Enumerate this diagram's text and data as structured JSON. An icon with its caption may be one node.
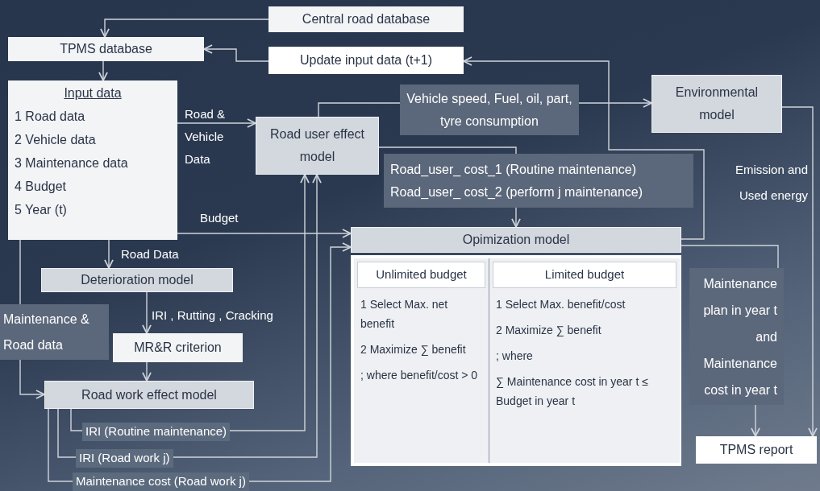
{
  "diagram": {
    "nodes": [
      {
        "text": [
          "Central road database"
        ]
      },
      {
        "text": [
          "TPMS database"
        ]
      },
      {
        "text": [
          "Update input data (t+1)"
        ]
      },
      {
        "text": [
          "Input data",
          "1 Road data",
          "2 Vehicle data",
          "3 Maintenance data",
          "4 Budget",
          "5 Year (t)"
        ]
      },
      {
        "text": [
          "Road user effect model"
        ]
      },
      {
        "text": [
          "Vehicle speed, Fuel, oil, part, tyre consumption"
        ]
      },
      {
        "text": [
          "Environmental model"
        ]
      },
      {
        "text": [
          "Road_user_ cost_1  (Routine maintenance)",
          "Road_user_ cost_2  (perform j maintenance)"
        ]
      },
      {
        "text": [
          "Opimization model"
        ]
      },
      {
        "text": [
          "Unlimited budget",
          "1 Select Max. net benefit",
          "2 Maximize ∑ benefit",
          "; where benefit/cost > 0"
        ]
      },
      {
        "text": [
          "Limited budget",
          "1 Select Max. benefit/cost",
          "2 Maximize ∑ benefit",
          "; where",
          "∑ Maintenance cost in year t ≤ Budget in year t"
        ]
      },
      {
        "text": [
          "Maintenance plan in year t and Maintenance cost in year t"
        ]
      },
      {
        "text": [
          "TPMS report"
        ]
      },
      {
        "text": [
          "Deterioration model"
        ]
      },
      {
        "text": [
          "Maintenance & Road data"
        ]
      },
      {
        "text": [
          "MR&R criterion"
        ]
      },
      {
        "text": [
          "Road work effect model"
        ]
      }
    ],
    "edges": [
      {
        "from": 0,
        "to": 1,
        "arrow": "to"
      },
      {
        "from": 2,
        "to": 1,
        "arrow": "to"
      },
      {
        "from": 1,
        "to": 3,
        "arrow": "to"
      },
      {
        "from": 3,
        "to": 4,
        "arrow": "to",
        "label": "Road & Vehicle Data"
      },
      {
        "from": 3,
        "to": 8,
        "arrow": "to",
        "label": "Budget"
      },
      {
        "from": 3,
        "to": 13,
        "arrow": "to",
        "label": "Road Data"
      },
      {
        "from": 3,
        "to": 14,
        "arrow": "none"
      },
      {
        "from": 14,
        "to": 16,
        "arrow": "to"
      },
      {
        "from": 13,
        "to": 15,
        "arrow": "to",
        "label": "IRI , Rutting , Cracking"
      },
      {
        "from": 15,
        "to": 16,
        "arrow": "to"
      },
      {
        "from": 16,
        "to": 4,
        "arrow": "to",
        "label": "IRI (Routine maintenance)"
      },
      {
        "from": 16,
        "to": 4,
        "arrow": "to",
        "label": "IRI (Road work j)"
      },
      {
        "from": 16,
        "to": 8,
        "arrow": "to",
        "label": "Maintenance cost (Road work j)"
      },
      {
        "from": 4,
        "to": 5,
        "arrow": "none"
      },
      {
        "from": 5,
        "to": 6,
        "arrow": "to"
      },
      {
        "from": 4,
        "to": 7,
        "arrow": "none"
      },
      {
        "from": 7,
        "to": 8,
        "arrow": "to"
      },
      {
        "from": 8,
        "to": 2,
        "arrow": "to"
      },
      {
        "from": 8,
        "to": 11,
        "arrow": "none"
      },
      {
        "from": 11,
        "to": 12,
        "arrow": "to"
      },
      {
        "from": 6,
        "to": 12,
        "arrow": "to",
        "label": "Emission and Used energy"
      }
    ]
  }
}
